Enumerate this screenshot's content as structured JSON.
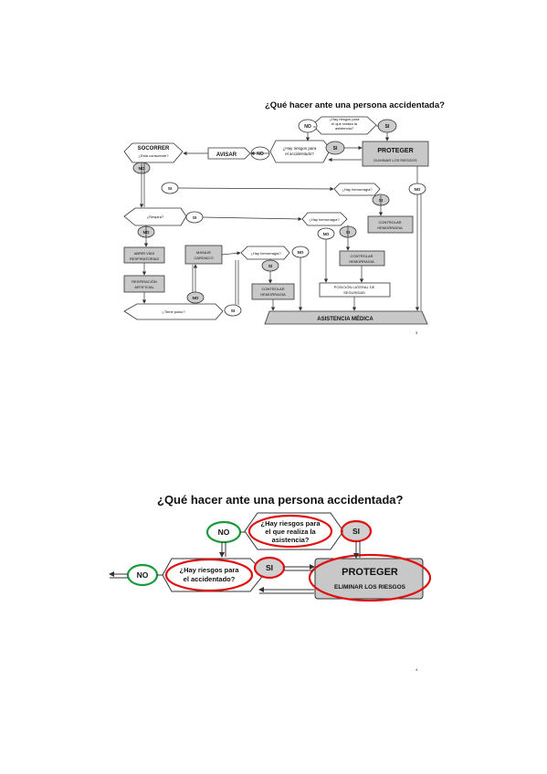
{
  "slide1": {
    "title": "¿Qué hacer ante una persona accidentada?",
    "page_number": "3",
    "nodes": {
      "riesgos_asistencia_1": "¿Hay riesgos para",
      "riesgos_asistencia_2": "el que realiza la",
      "riesgos_asistencia_3": "asistencia?",
      "no_top": "NO",
      "si_top": "SI",
      "riesgos_accidentado_1": "¿Hay riesgos para",
      "riesgos_accidentado_2": "el accidentado?",
      "no_mid": "NO",
      "si_mid": "SI",
      "proteger": "PROTEGER",
      "eliminar": "ELIMINAR LOS RIESGOS",
      "avisar": "AVISAR",
      "socorrer": "SOCORRER",
      "consciente": "¿Está consciente?",
      "no_consciente": "NO",
      "si_consciente": "SI",
      "hemorragia_top": "¿Hay hemorragia?",
      "no_hem_top": "NO",
      "si_hem_top": "SI",
      "controlar_hem_1": "CONTROLAR",
      "controlar_hem_2": "HEMORRAGIA",
      "respira": "¿Respira?",
      "no_respira": "NO",
      "si_respira": "SI",
      "hemorragia_mid": "¿Hay hemorragia?",
      "no_hem_mid": "NO",
      "si_hem_mid": "SI",
      "controlar_hem2_1": "CONTROLAR",
      "controlar_hem2_2": "HEMORRAGIA",
      "abrir_vias_1": "ABRIR VÍAS",
      "abrir_vias_2": "RESPIRATORIAS",
      "masaje_1": "MASAJE",
      "masaje_2": "CARDIACO",
      "hemorragia_low": "¿Hay hemorragia?",
      "no_hem_low": "NO",
      "si_hem_low": "SI",
      "controlar_hem3_1": "CONTROLAR",
      "controlar_hem3_2": "HEMORRAGIA",
      "posicion_1": "POSICIÓN LATERAL DE",
      "posicion_2": "SEGURIDAD",
      "respiracion_1": "RESPIRACIÓN",
      "respiracion_2": "ARTIFICIAL",
      "no_pulso": "NO",
      "pulso": "¿Tiene pulso?",
      "si_pulso": "SI",
      "asistencia": "ASISTENCIA MÉDICA"
    }
  },
  "slide2": {
    "title": "¿Qué hacer ante una persona accidentada?",
    "page_number": "4",
    "nodes": {
      "no_top": "NO",
      "riesgos_asistencia_1": "¿Hay riesgos para",
      "riesgos_asistencia_2": "el que realiza la",
      "riesgos_asistencia_3": "asistencia?",
      "si_top": "SI",
      "no_left": "NO",
      "riesgos_accidentado_1": "¿Hay riesgos para",
      "riesgos_accidentado_2": "el accidentado?",
      "si_mid": "SI",
      "proteger": "PROTEGER",
      "eliminar": "ELIMINAR LOS RIESGOS"
    }
  },
  "colors": {
    "box_fill": "#c8c8c8",
    "line": "#333333",
    "green_circle": "#1a9a3a",
    "red_circle": "#e01010"
  }
}
